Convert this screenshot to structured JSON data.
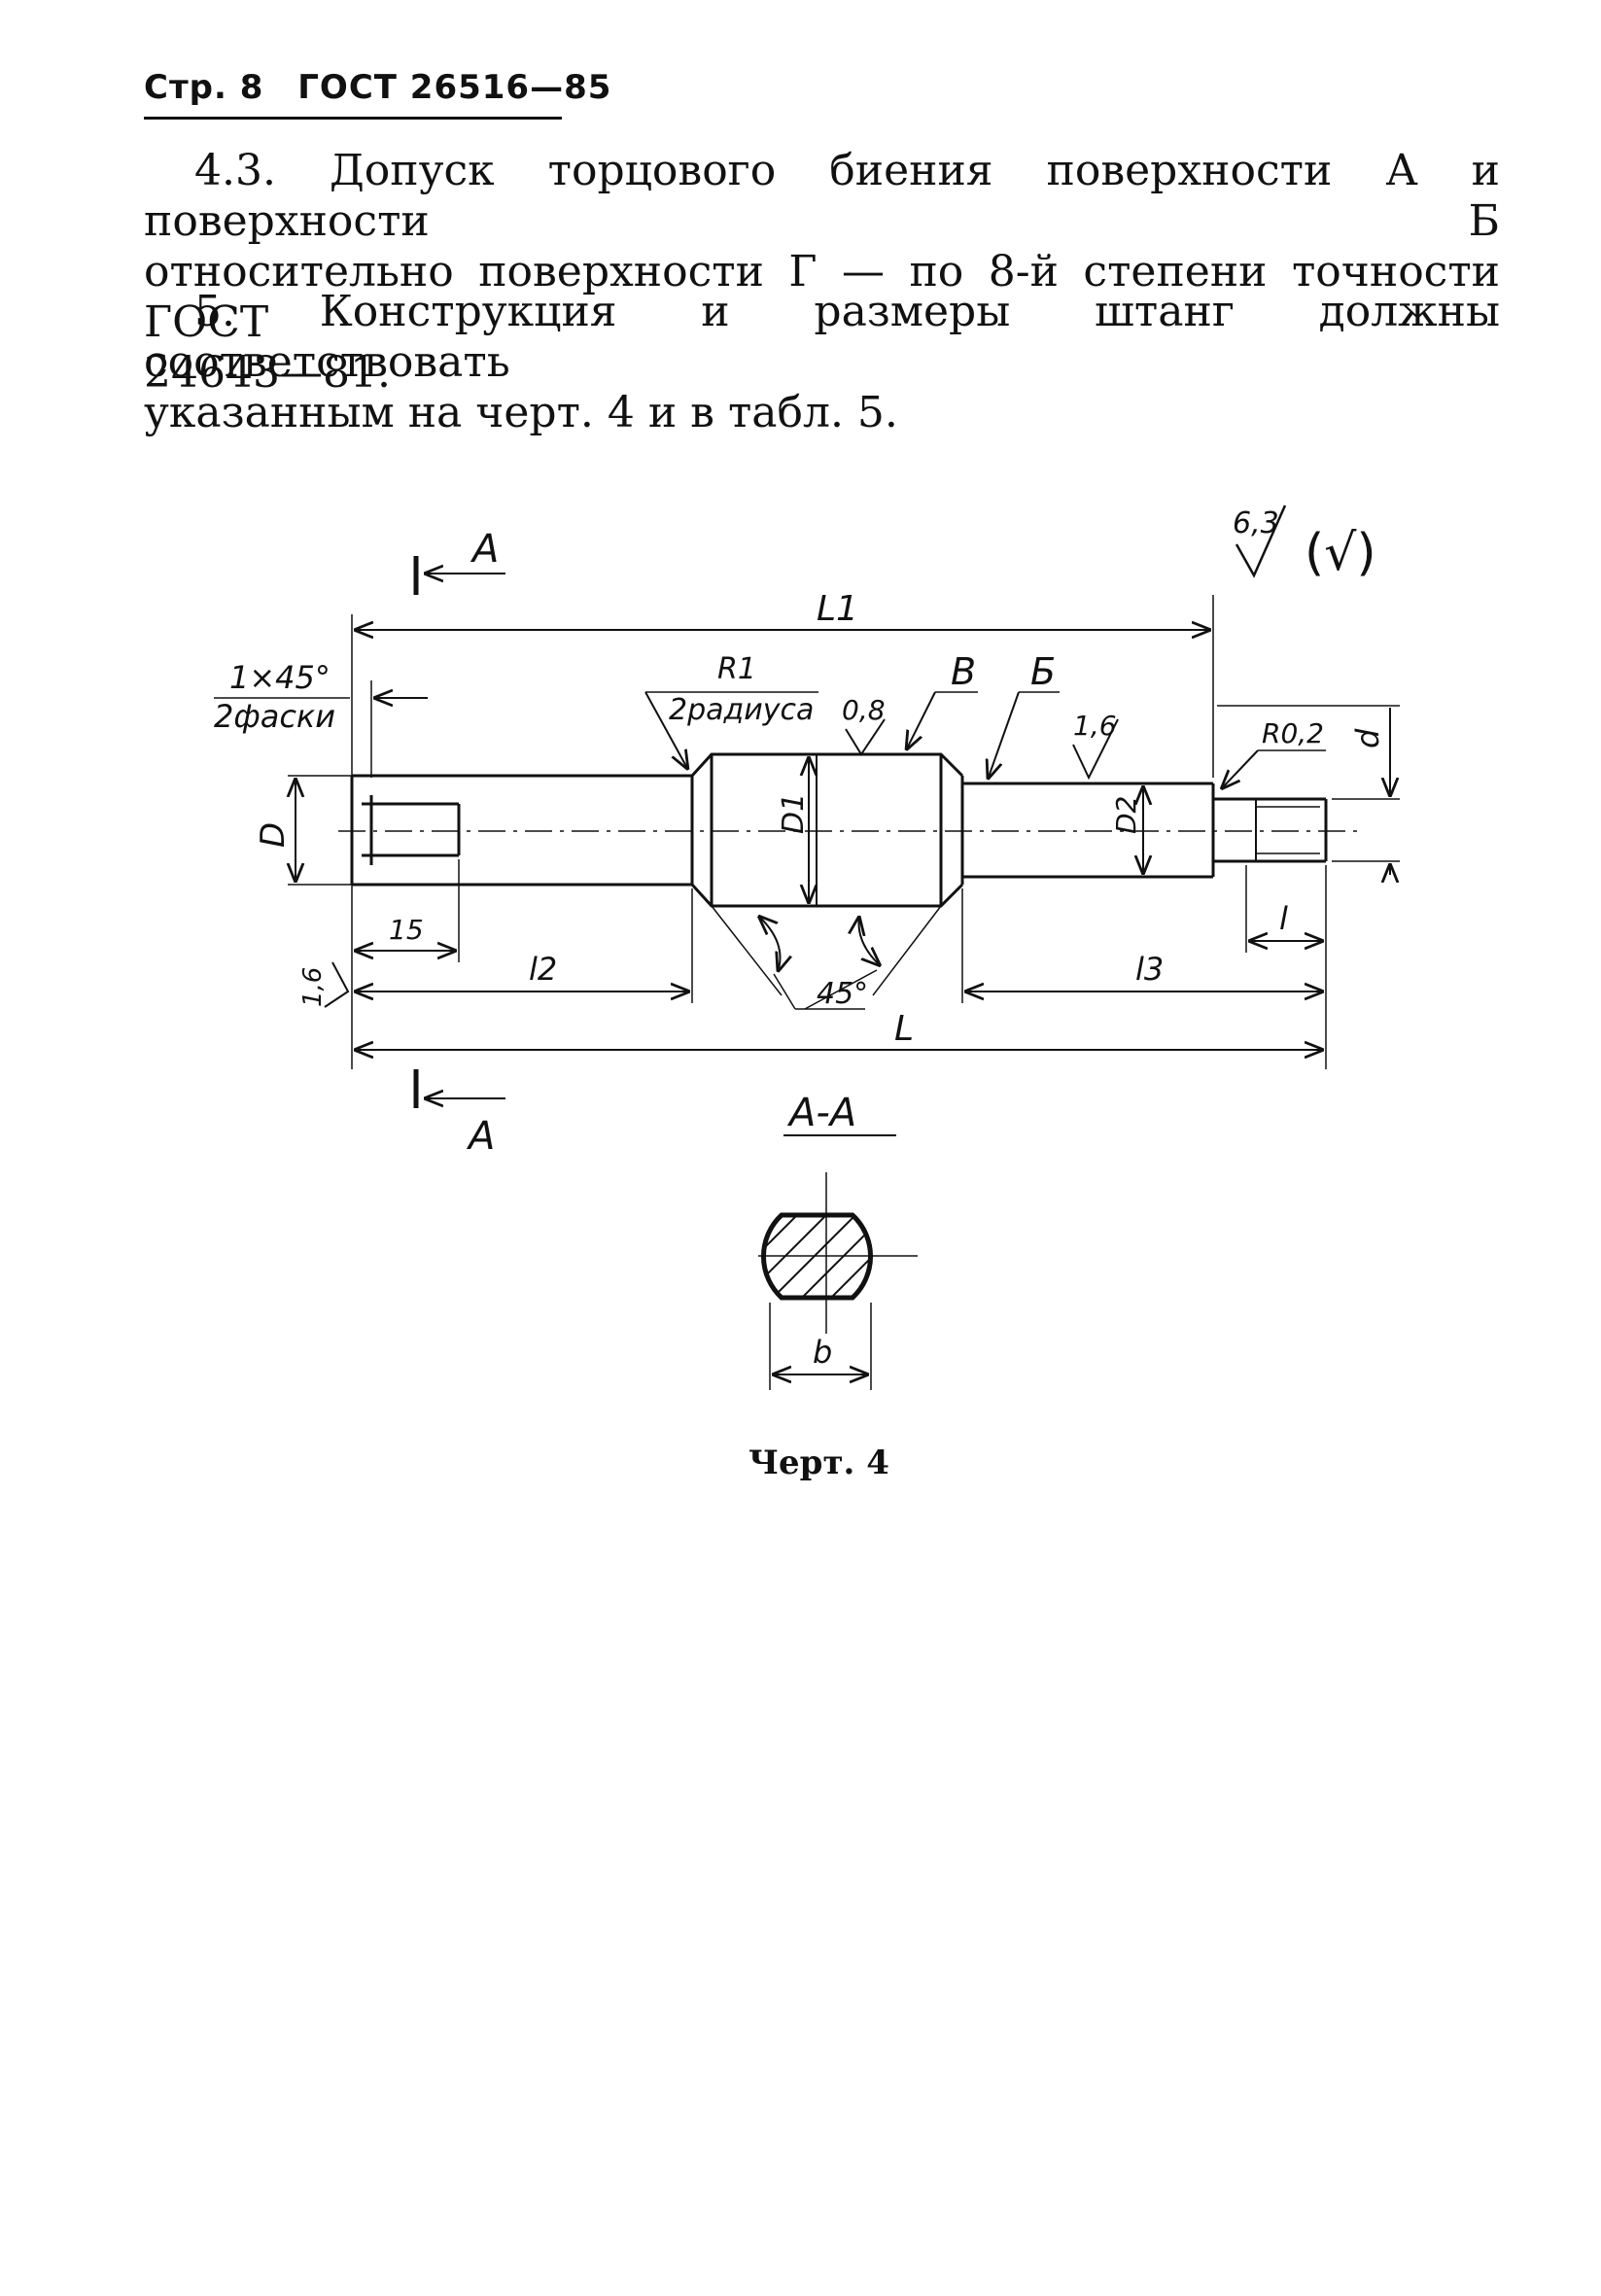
{
  "header": {
    "page": "Стр. 8",
    "standard": "ГОСТ 26516—85"
  },
  "paragraphs": {
    "p43_line1": "4.3. Допуск торцового биения поверхности А и поверхности Б",
    "p43_line2": "относительно поверхности Г — по 8-й степени точности ГОСТ",
    "p43_line3": "24643—81.",
    "p5_line1": "5. Конструкция и размеры штанг должны соответствовать",
    "p5_line2": "указанным на черт. 4 и в табл. 5."
  },
  "drawing": {
    "roughness_general": "6,3",
    "roughness_paren": "(√)",
    "section_mark_letter": "А",
    "dim_L1": "L1",
    "chamfer_size": "1×45°",
    "chamfer_count": "2фаски",
    "radius_label": "R1",
    "radius_count": "2радиуса",
    "roughness_08": "0,8",
    "surface_V": "В",
    "surface_B": "Б",
    "roughness_16_right": "1,6",
    "radius_02": "R0,2",
    "dim_d": "d",
    "dim_D": "D",
    "dim_D1": "D1",
    "dim_D2": "D2",
    "dim_15": "15",
    "roughness_16_left": "1,6",
    "dim_l2": "l2",
    "angle_45": "45°",
    "dim_l3": "l3",
    "dim_l": "l",
    "dim_L": "L",
    "section_title": "А-А",
    "dim_b": "b"
  },
  "caption": "Черт. 4"
}
